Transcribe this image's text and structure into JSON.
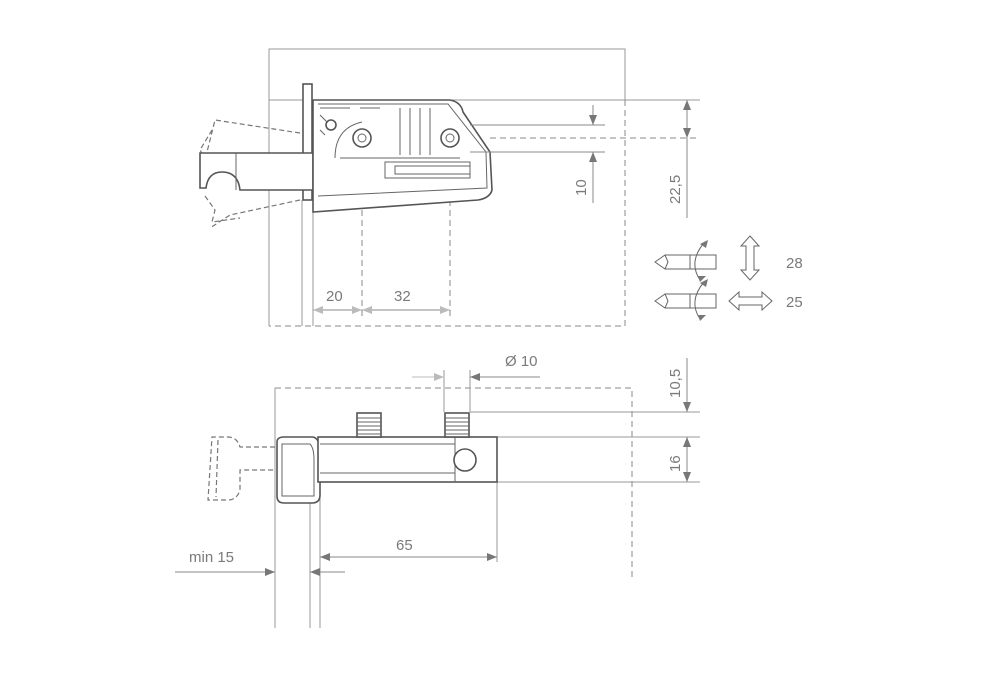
{
  "top_view": {
    "dim_roller_height": "10",
    "dim_total_height": "22,5",
    "dim_offset_20": "20",
    "dim_spacing_32": "32",
    "adjust_vertical": "28",
    "adjust_horizontal": "25"
  },
  "bottom_view": {
    "dim_diameter": "Ø 10",
    "dim_stud_height": "10,5",
    "dim_body_height": "16",
    "dim_length": "65",
    "dim_min_overlay": "min 15"
  },
  "colors": {
    "line": "#555555",
    "dimension": "#888888",
    "text": "#7a7a7a"
  }
}
